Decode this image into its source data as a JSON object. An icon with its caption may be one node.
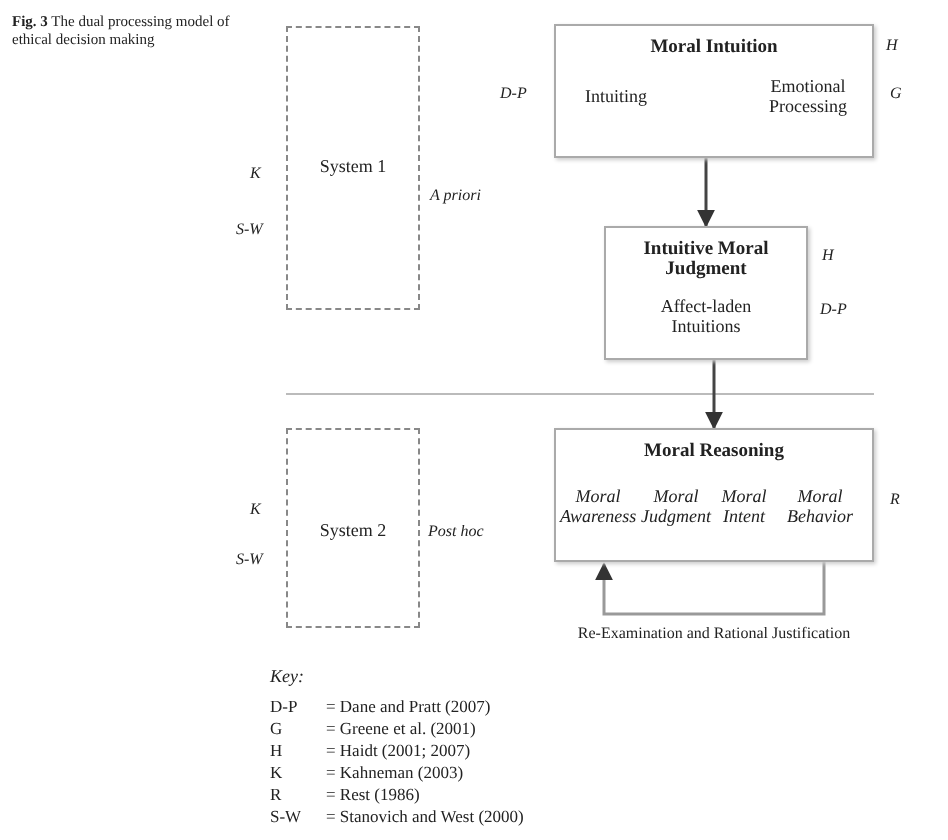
{
  "diagram": {
    "caption": "**Fig. 3** The dual processing model of ethical decision making",
    "nodes": [
      {
        "text": [
          "System 1"
        ],
        "beside": [
          "K",
          "S-W",
          "A priori"
        ]
      },
      {
        "text": [
          "Moral Intuition",
          "Intuiting",
          "Emotional Processing"
        ],
        "beside": [
          "H",
          "D-P",
          "G"
        ]
      },
      {
        "text": [
          "Intuitive Moral Judgment",
          "Affect-laden Intuitions"
        ],
        "beside": [
          "H",
          "D-P"
        ]
      },
      {
        "text": [
          "System 2"
        ],
        "beside": [
          "K",
          "S-W",
          "Post hoc"
        ]
      },
      {
        "text": [
          "Moral Reasoning",
          "Moral Awareness",
          "Moral Judgment",
          "Moral Intent",
          "Moral Behavior"
        ],
        "beside": [
          "R"
        ]
      }
    ],
    "edges": [
      {
        "from": 1,
        "to": 2,
        "arrow": "to"
      },
      {
        "from": 2,
        "to": 4,
        "arrow": "to"
      },
      {
        "from": 4,
        "to": 4,
        "arrow": "to",
        "label": "Re-Examination and Rational Justification"
      }
    ],
    "labels": [
      "Key:",
      "D-P",
      "= Dane and Pratt (2007)",
      "G",
      "= Greene et al. (2001)",
      "H",
      "= Haidt (2001; 2007)",
      "K",
      "= Kahneman (2003)",
      "R",
      "= Rest (1986)",
      "S-W",
      "= Stanovich and West (2000)"
    ]
  }
}
